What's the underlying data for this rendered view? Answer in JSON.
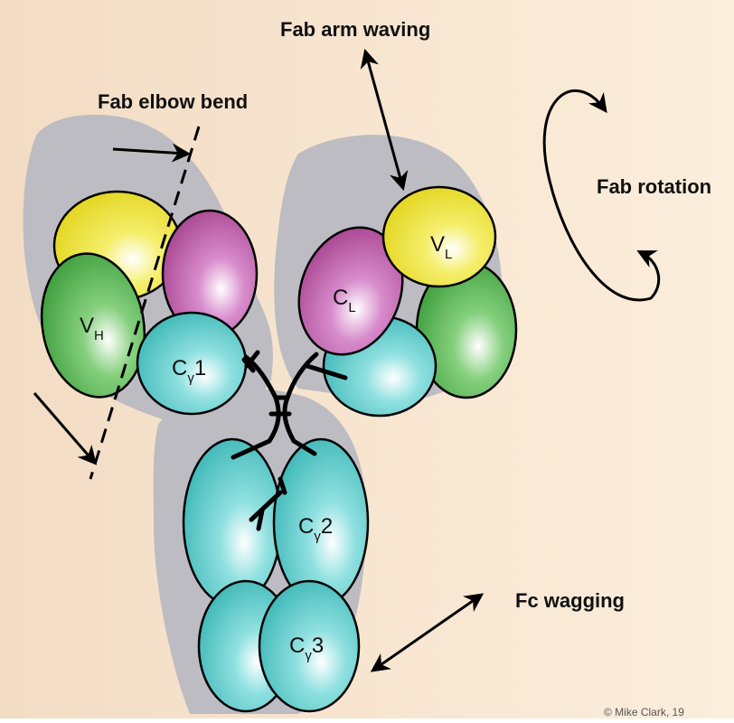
{
  "labels": {
    "fab_arm_waving": "Fab arm waving",
    "fab_elbow_bend": "Fab elbow bend",
    "fab_rotation": "Fab rotation",
    "fc_wagging": "Fc wagging"
  },
  "domains": {
    "vh": {
      "main": "V",
      "sub": "H"
    },
    "vl": {
      "main": "V",
      "sub": "L"
    },
    "cl": {
      "main": "C",
      "sub": "L"
    },
    "cg1": {
      "main": "C",
      "sub": "γ",
      "num": "1"
    },
    "cg2": {
      "main": "C",
      "sub": "γ",
      "num": "2"
    },
    "cg3": {
      "main": "C",
      "sub": "γ",
      "num": "3"
    }
  },
  "credit": "© Mike Clark, 19",
  "colors": {
    "background": "#f6e6d2",
    "shadow": "#bcbcc2",
    "variable_heavy": "#4fae4c",
    "variable_light": "#e9e030",
    "constant_light": "#b4509e",
    "constant_heavy": "#49c2c2"
  }
}
